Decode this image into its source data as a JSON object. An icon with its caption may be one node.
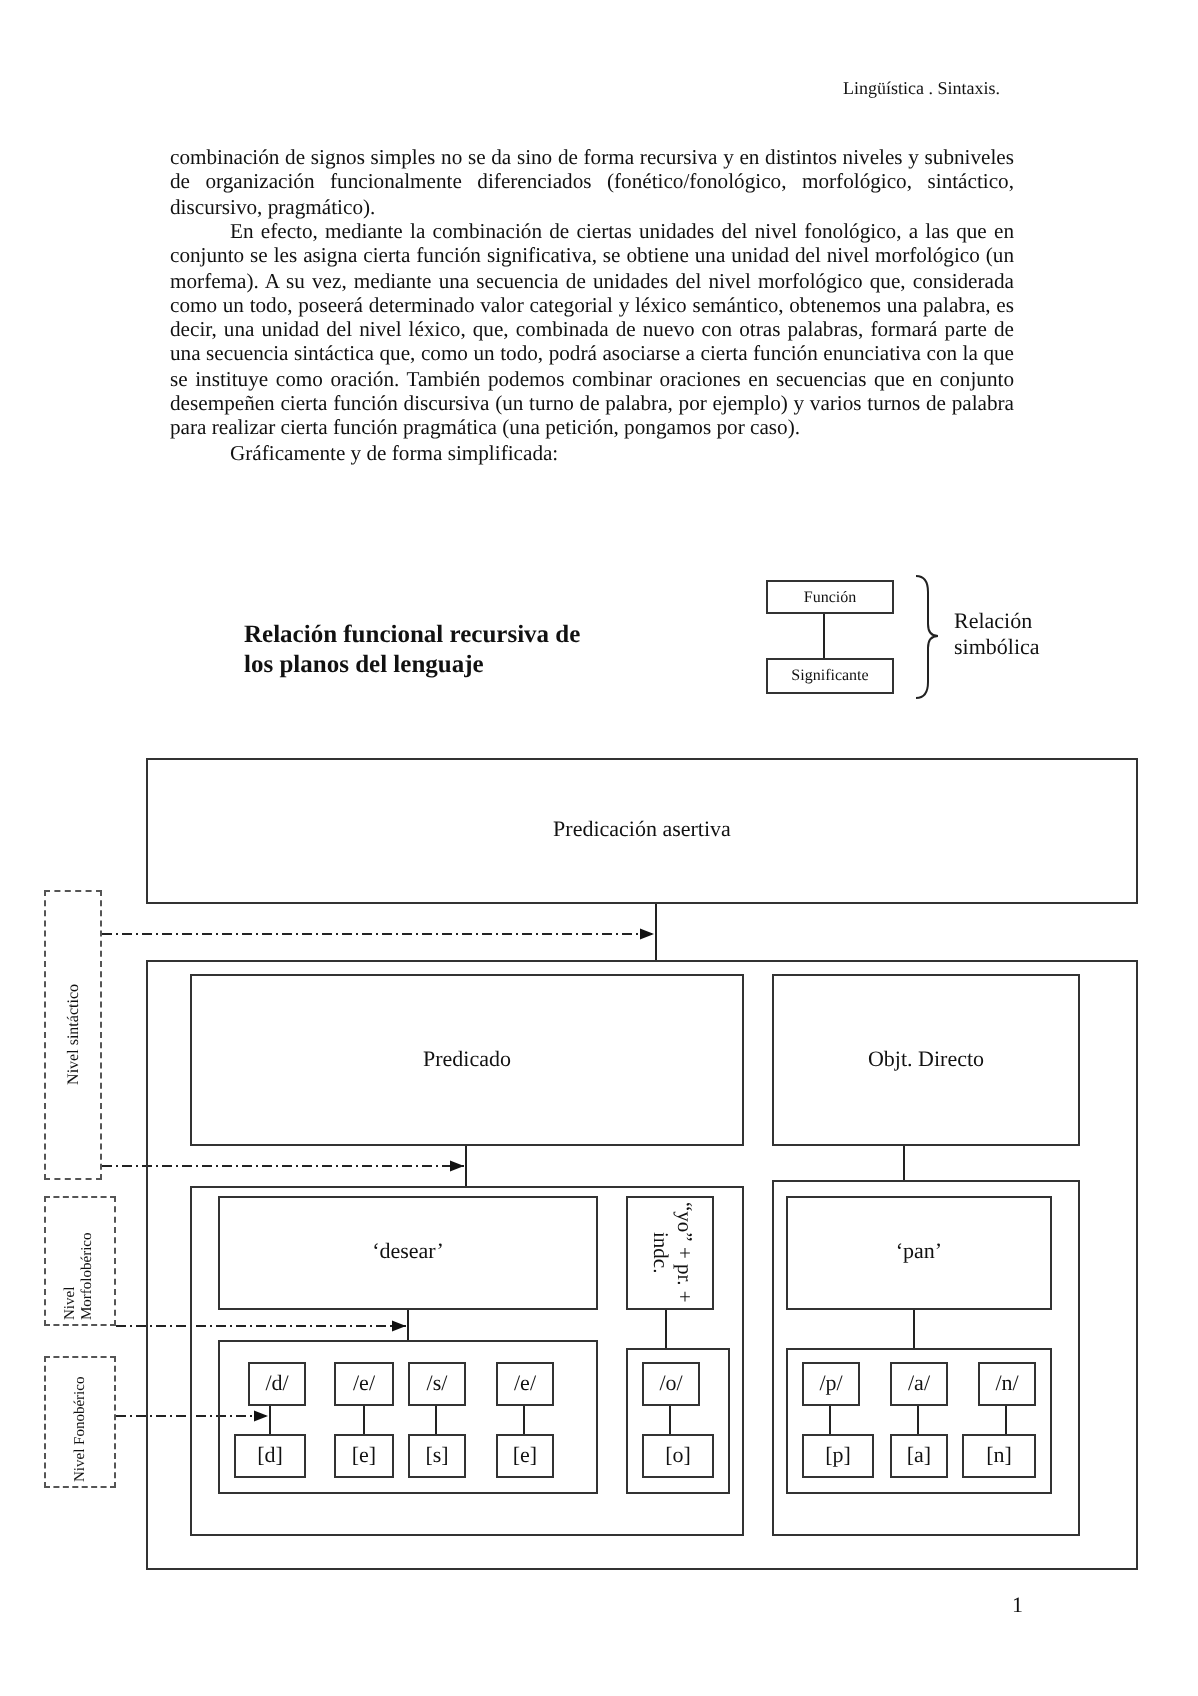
{
  "diagram": {
    "title": "Relación funcional recursiva de los planos del lenguaje",
    "nodes": [
      {
        "text": [
          "Función"
        ]
      },
      {
        "text": [
          "Significante"
        ]
      },
      {
        "text": [
          "Predicación asertiva"
        ]
      },
      {
        "text": [],
        "shape": "box"
      },
      {
        "text": [
          "Predicado"
        ],
        "in": 3
      },
      {
        "text": [],
        "shape": "box",
        "in": 3
      },
      {
        "text": [
          "‘desear’"
        ],
        "in": 5
      },
      {
        "text": [
          "“yo” + pr. + indc."
        ],
        "in": 5
      },
      {
        "text": [],
        "shape": "box",
        "in": 5
      },
      {
        "text": [
          "/d/"
        ],
        "in": 8
      },
      {
        "text": [
          "[d]"
        ],
        "in": 8
      },
      {
        "text": [
          "/e/"
        ],
        "in": 8
      },
      {
        "text": [
          "[e]"
        ],
        "in": 8
      },
      {
        "text": [
          "/s/"
        ],
        "in": 8
      },
      {
        "text": [
          "[s]"
        ],
        "in": 8
      },
      {
        "text": [
          "/e/"
        ],
        "in": 8
      },
      {
        "text": [
          "[e]"
        ],
        "in": 8
      },
      {
        "text": [],
        "shape": "box",
        "in": 5
      },
      {
        "text": [
          "/o/"
        ],
        "in": 17
      },
      {
        "text": [
          "[o]"
        ],
        "in": 17
      },
      {
        "text": [
          "Objt. Directo"
        ],
        "in": 3
      },
      {
        "text": [],
        "shape": "box",
        "in": 3
      },
      {
        "text": [
          "‘pan’"
        ],
        "in": 21
      },
      {
        "text": [],
        "shape": "box",
        "in": 21
      },
      {
        "text": [
          "/p/"
        ],
        "in": 23
      },
      {
        "text": [
          "[p]"
        ],
        "in": 23
      },
      {
        "text": [
          "/a/"
        ],
        "in": 23
      },
      {
        "text": [
          "[a]"
        ],
        "in": 23
      },
      {
        "text": [
          "/n/"
        ],
        "in": 23
      },
      {
        "text": [
          "[n]"
        ],
        "in": 23
      },
      {
        "text": [
          "Nivel sintáctico"
        ]
      },
      {
        "text": [
          "Nivel Morfolobérico"
        ]
      },
      {
        "text": [
          "Nivel Fonobérico"
        ]
      }
    ],
    "edges": [
      {
        "from": 0,
        "to": 1,
        "arrow": "none"
      },
      {
        "from": 2,
        "to": 3,
        "arrow": "none"
      },
      {
        "from": 4,
        "to": 5,
        "arrow": "none"
      },
      {
        "from": 20,
        "to": 21,
        "arrow": "none"
      },
      {
        "from": 6,
        "to": 8,
        "arrow": "none"
      },
      {
        "from": 7,
        "to": 17,
        "arrow": "none"
      },
      {
        "from": 22,
        "to": 23,
        "arrow": "none"
      },
      {
        "from": 9,
        "to": 10,
        "arrow": "none"
      },
      {
        "from": 11,
        "to": 12,
        "arrow": "none"
      },
      {
        "from": 13,
        "to": 14,
        "arrow": "none"
      },
      {
        "from": 15,
        "to": 16,
        "arrow": "none"
      },
      {
        "from": 18,
        "to": 19,
        "arrow": "none"
      },
      {
        "from": 24,
        "to": 25,
        "arrow": "none"
      },
      {
        "from": 26,
        "to": 27,
        "arrow": "none"
      },
      {
        "from": 28,
        "to": 29,
        "arrow": "none"
      },
      {
        "from": 30,
        "to": 2,
        "arrow": "to",
        "style": "dashed"
      },
      {
        "from": 30,
        "to": 6,
        "arrow": "to",
        "style": "dashed"
      },
      {
        "from": 31,
        "to": 6,
        "arrow": "to",
        "style": "dashed"
      },
      {
        "from": 32,
        "to": 9,
        "arrow": "to",
        "style": "dashed"
      }
    ],
    "labels": [
      "Lingüística . Sintaxis.",
      "combinación de signos simples no se da sino de forma recursiva y en distintos niveles y subniveles de organización funcionalmente diferenciados (fonético/fonológico, morfológico, sintáctico, discursivo, pragmático).",
      "En efecto, mediante la combinación de ciertas unidades del nivel fonológico, a las que en conjunto se les asigna cierta función significativa, se obtiene una unidad del nivel morfológico (un morfema). A su vez, mediante una secuencia de unidades del nivel morfológico que, considerada como un todo, poseerá determinado valor categorial y léxico semántico, obtenemos una palabra, es decir, una unidad del nivel léxico, que, combinada de nuevo con otras palabras, formará parte de una secuencia sintáctica que, como un todo, podrá asociarse a cierta función enunciativa con la que se instituye como oración. También podemos combinar oraciones en secuencias que en conjunto desempeñen cierta función discursiva (un turno de palabra, por ejemplo) y varios turnos de palabra para realizar cierta función pragmática (una petición, pongamos por caso).",
      "Gráficamente y de forma simplificada:",
      "Relación simbólica",
      "1"
    ]
  }
}
